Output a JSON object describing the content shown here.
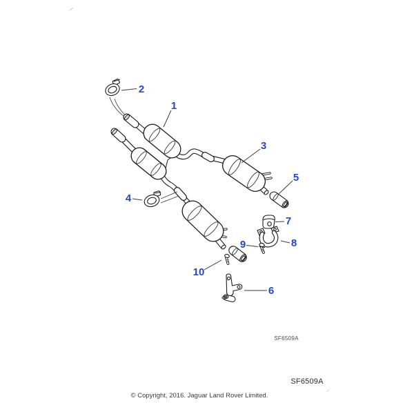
{
  "diagram": {
    "title": "exhaust-system-parts-diagram",
    "code_inline": "SF6509A",
    "callouts": [
      {
        "num": "1",
        "part": "front-pipe-catalytic-converter"
      },
      {
        "num": "2",
        "part": "exhaust-clamp-upper"
      },
      {
        "num": "3",
        "part": "rear-silencer"
      },
      {
        "num": "4",
        "part": "exhaust-clamp-lower"
      },
      {
        "num": "5",
        "part": "tailpipe-finisher"
      },
      {
        "num": "6",
        "part": "mounting-bracket"
      },
      {
        "num": "7",
        "part": "rubber-mounting-block"
      },
      {
        "num": "8",
        "part": "saddle-clamp-bracket"
      },
      {
        "num": "9",
        "part": "clamp-bolt"
      },
      {
        "num": "10",
        "part": "finisher-bolt"
      }
    ],
    "colors": {
      "callout_blue": "#2544cb",
      "line_black": "#1b1b1b"
    }
  },
  "footer": {
    "code": "SF6509A",
    "copyright": "© Copyright, 2016. Jaguar Land Rover Limited."
  }
}
